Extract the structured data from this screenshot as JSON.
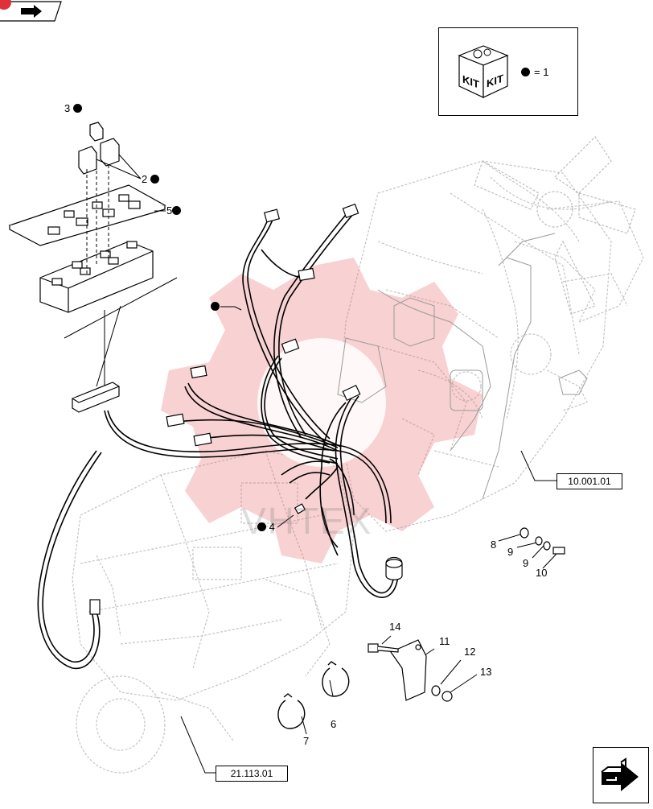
{
  "kit": {
    "equals_label": "= 1",
    "kit_text": "KIT"
  },
  "watermark": "VHTEX",
  "callouts": {
    "c3": "3",
    "c2": "2",
    "c5": "5",
    "c4": "4",
    "c6": "6",
    "c7": "7",
    "c8": "8",
    "c9a": "9",
    "c9b": "9",
    "c10": "10",
    "c11": "11",
    "c12": "12",
    "c13": "13",
    "c14": "14"
  },
  "refs": {
    "engine": "10.001.01",
    "transmission": "21.113.01"
  },
  "icons": {
    "nav_top": "page-return-icon",
    "nav_bottom": "next-page-arrow-icon",
    "kit": "kit-box-icon"
  },
  "colors": {
    "line": "#000000",
    "watermark_red": "#e8666a",
    "ghost": "#bfbfbf"
  }
}
